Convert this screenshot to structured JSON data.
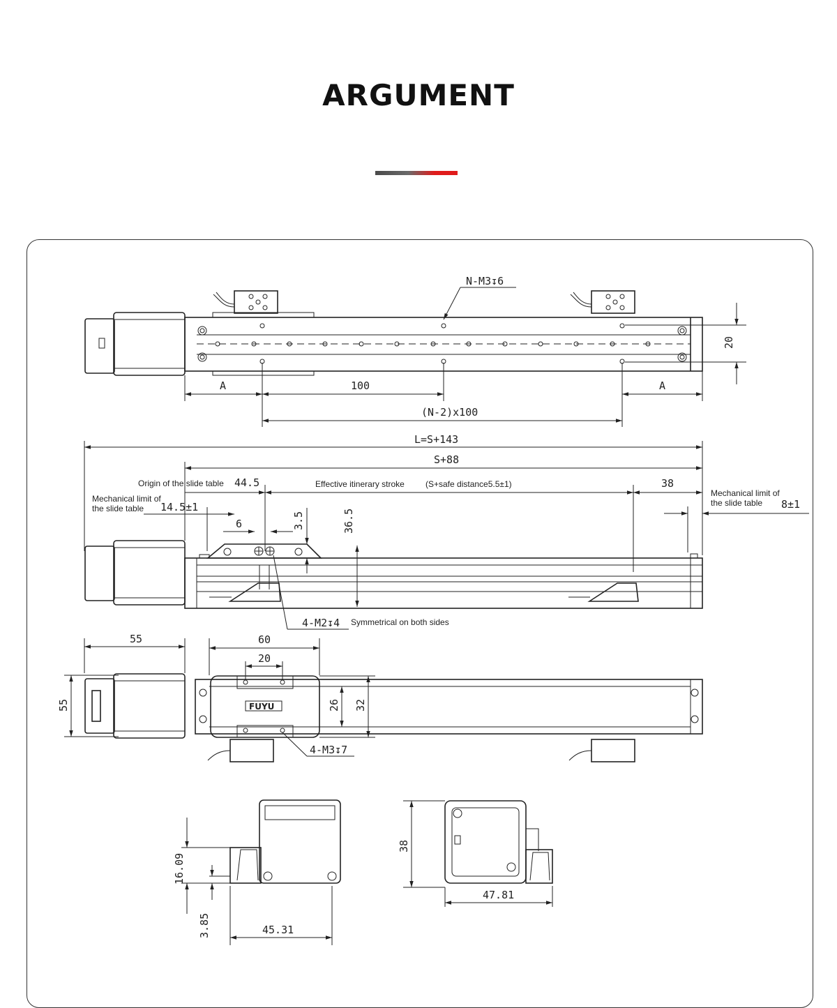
{
  "header": {
    "title": "ARGUMENT"
  },
  "top_view": {
    "hole_callout": "N-M3↧6",
    "dim_height": "20",
    "dim_a_left": "A",
    "dim_pitch": "100",
    "dim_a_right": "A",
    "dim_span": "(N-2)x100"
  },
  "side_view": {
    "dim_total": "L=S+143",
    "dim_stroke_base": "S+88",
    "origin_label": "Origin of the slide table",
    "dim_origin": "44.5",
    "effective_label": "Effective itinerary stroke",
    "effective_formula": "(S+safe distance5.5±1)",
    "dim_right_38": "38",
    "mech_limit_left": [
      "Mechanical limit of",
      "the slide table"
    ],
    "dim_limit_left": "14.5±1",
    "mech_limit_right": [
      "Mechanical limit of",
      "the slide table"
    ],
    "dim_limit_right": "8±1",
    "dim_6": "6",
    "dim_3_5": "3.5",
    "dim_36_5": "36.5",
    "hole_callout": "4-M2↧4",
    "hole_note": "Symmetrical on both sides"
  },
  "plan_view": {
    "dim_55": "55",
    "dim_60": "60",
    "dim_20": "20",
    "dim_left_height": "55",
    "dim_26": "26",
    "dim_32": "32",
    "brand": "FUYU",
    "hole_callout": "4-M3↧7"
  },
  "end_views": {
    "dim_16_09": "16.09",
    "dim_3_85": "3.85",
    "dim_45_31": "45.31",
    "dim_38": "38",
    "dim_47_81": "47.81"
  }
}
